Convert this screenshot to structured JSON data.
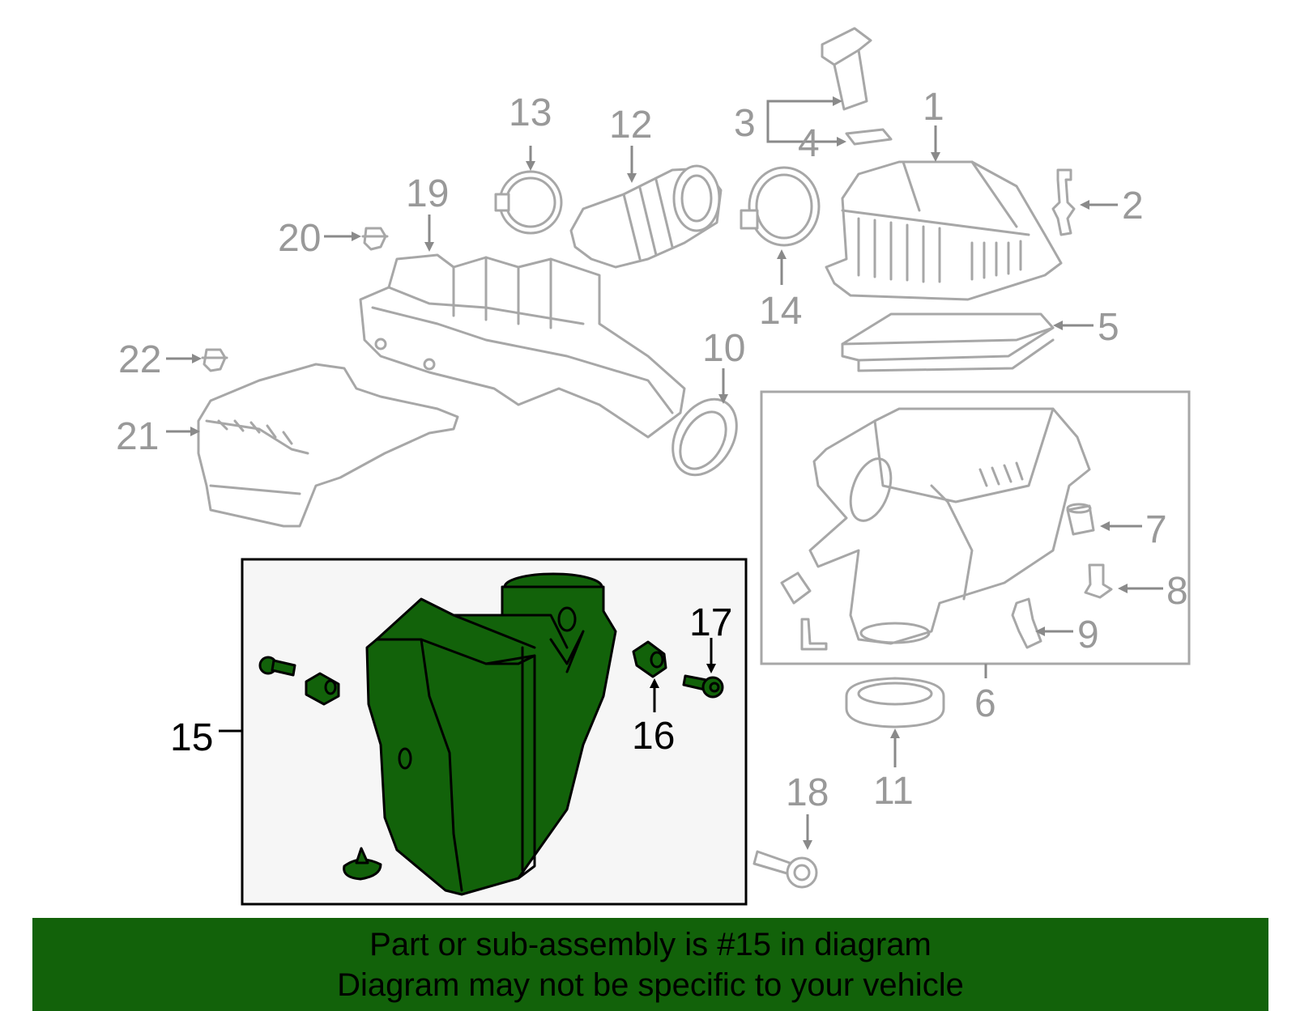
{
  "diagram": {
    "callouts": {
      "c1": "1",
      "c2": "2",
      "c3": "3",
      "c4": "4",
      "c5": "5",
      "c6": "6",
      "c7": "7",
      "c8": "8",
      "c9": "9",
      "c10": "10",
      "c11": "11",
      "c12": "12",
      "c13": "13",
      "c14": "14",
      "c15": "15",
      "c16": "16",
      "c17": "17",
      "c18": "18",
      "c19": "19",
      "c20": "20",
      "c21": "21",
      "c22": "22"
    },
    "highlighted_part": "15",
    "colors": {
      "highlight_fill": "#12620a",
      "part_line": "#a7a7a7",
      "callout_text": "#999999",
      "banner_bg": "#12620a"
    }
  },
  "banner": {
    "line1": "Part or sub-assembly is #15 in diagram",
    "line2": "Diagram may not be specific to your vehicle"
  }
}
